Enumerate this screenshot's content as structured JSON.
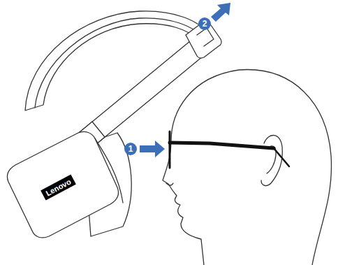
{
  "diagram": {
    "labels": [
      "1",
      "2",
      "Lenovo"
    ]
  }
}
